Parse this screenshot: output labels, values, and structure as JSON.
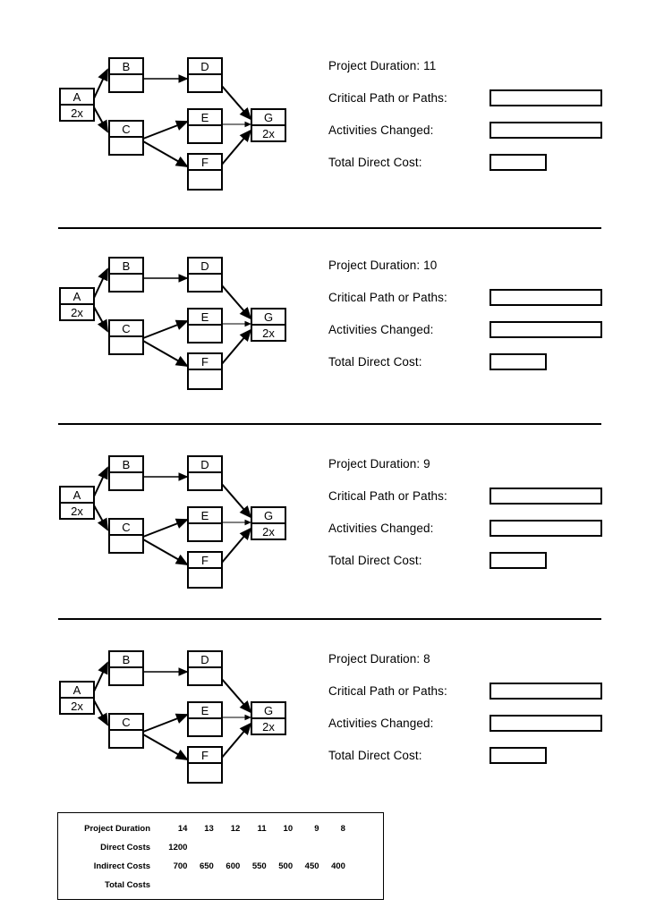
{
  "sections": [
    {
      "duration_label": "Project Duration: 11",
      "critical_path_label": "Critical Path or Paths:",
      "activities_changed_label": "Activities Changed:",
      "total_direct_cost_label": "Total Direct Cost:",
      "critical_path_value": "",
      "activities_changed_value": "",
      "total_direct_cost_value": "",
      "nodes": [
        {
          "id": "A",
          "top": "A",
          "bottom": "2x"
        },
        {
          "id": "B",
          "top": "B",
          "bottom": ""
        },
        {
          "id": "C",
          "top": "C",
          "bottom": ""
        },
        {
          "id": "D",
          "top": "D",
          "bottom": ""
        },
        {
          "id": "E",
          "top": "E",
          "bottom": ""
        },
        {
          "id": "F",
          "top": "F",
          "bottom": ""
        },
        {
          "id": "G",
          "top": "G",
          "bottom": "2x"
        }
      ],
      "edges": [
        "A-B",
        "A-C",
        "B-D",
        "C-E",
        "C-F",
        "D-G",
        "E-G",
        "F-G"
      ]
    },
    {
      "duration_label": "Project Duration: 10",
      "critical_path_label": "Critical Path or Paths:",
      "activities_changed_label": "Activities Changed:",
      "total_direct_cost_label": "Total Direct Cost:",
      "critical_path_value": "",
      "activities_changed_value": "",
      "total_direct_cost_value": "",
      "nodes": [
        {
          "id": "A",
          "top": "A",
          "bottom": "2x"
        },
        {
          "id": "B",
          "top": "B",
          "bottom": ""
        },
        {
          "id": "C",
          "top": "C",
          "bottom": ""
        },
        {
          "id": "D",
          "top": "D",
          "bottom": ""
        },
        {
          "id": "E",
          "top": "E",
          "bottom": ""
        },
        {
          "id": "F",
          "top": "F",
          "bottom": ""
        },
        {
          "id": "G",
          "top": "G",
          "bottom": "2x"
        }
      ],
      "edges": [
        "A-B",
        "A-C",
        "B-D",
        "C-E",
        "C-F",
        "D-G",
        "E-G",
        "F-G"
      ]
    },
    {
      "duration_label": "Project Duration: 9",
      "critical_path_label": "Critical Path or Paths:",
      "activities_changed_label": "Activities Changed:",
      "total_direct_cost_label": "Total Direct Cost:",
      "critical_path_value": "",
      "activities_changed_value": "",
      "total_direct_cost_value": "",
      "nodes": [
        {
          "id": "A",
          "top": "A",
          "bottom": "2x"
        },
        {
          "id": "B",
          "top": "B",
          "bottom": ""
        },
        {
          "id": "C",
          "top": "C",
          "bottom": ""
        },
        {
          "id": "D",
          "top": "D",
          "bottom": ""
        },
        {
          "id": "E",
          "top": "E",
          "bottom": ""
        },
        {
          "id": "F",
          "top": "F",
          "bottom": ""
        },
        {
          "id": "G",
          "top": "G",
          "bottom": "2x"
        }
      ],
      "edges": [
        "A-B",
        "A-C",
        "B-D",
        "C-E",
        "C-F",
        "D-G",
        "E-G",
        "F-G"
      ]
    },
    {
      "duration_label": "Project Duration: 8",
      "critical_path_label": "Critical Path or Paths:",
      "activities_changed_label": "Activities Changed:",
      "total_direct_cost_label": "Total Direct Cost:",
      "critical_path_value": "",
      "activities_changed_value": "",
      "total_direct_cost_value": "",
      "nodes": [
        {
          "id": "A",
          "top": "A",
          "bottom": "2x"
        },
        {
          "id": "B",
          "top": "B",
          "bottom": ""
        },
        {
          "id": "C",
          "top": "C",
          "bottom": ""
        },
        {
          "id": "D",
          "top": "D",
          "bottom": ""
        },
        {
          "id": "E",
          "top": "E",
          "bottom": ""
        },
        {
          "id": "F",
          "top": "F",
          "bottom": ""
        },
        {
          "id": "G",
          "top": "G",
          "bottom": "2x"
        }
      ],
      "edges": [
        "A-B",
        "A-C",
        "B-D",
        "C-E",
        "C-F",
        "D-G",
        "E-G",
        "F-G"
      ]
    }
  ],
  "cost_table": {
    "rows": [
      {
        "label": "Project Duration",
        "values": [
          "14",
          "13",
          "12",
          "11",
          "10",
          "9",
          "8"
        ]
      },
      {
        "label": "Direct Costs",
        "values": [
          "1200",
          "",
          "",
          "",
          "",
          "",
          ""
        ]
      },
      {
        "label": "Indirect Costs",
        "values": [
          "700",
          "650",
          "600",
          "550",
          "500",
          "450",
          "400"
        ]
      },
      {
        "label": "Total Costs",
        "values": [
          "",
          "",
          "",
          "",
          "",
          "",
          ""
        ]
      }
    ]
  },
  "colors": {
    "ink": "#000000",
    "paper": "#ffffff"
  }
}
